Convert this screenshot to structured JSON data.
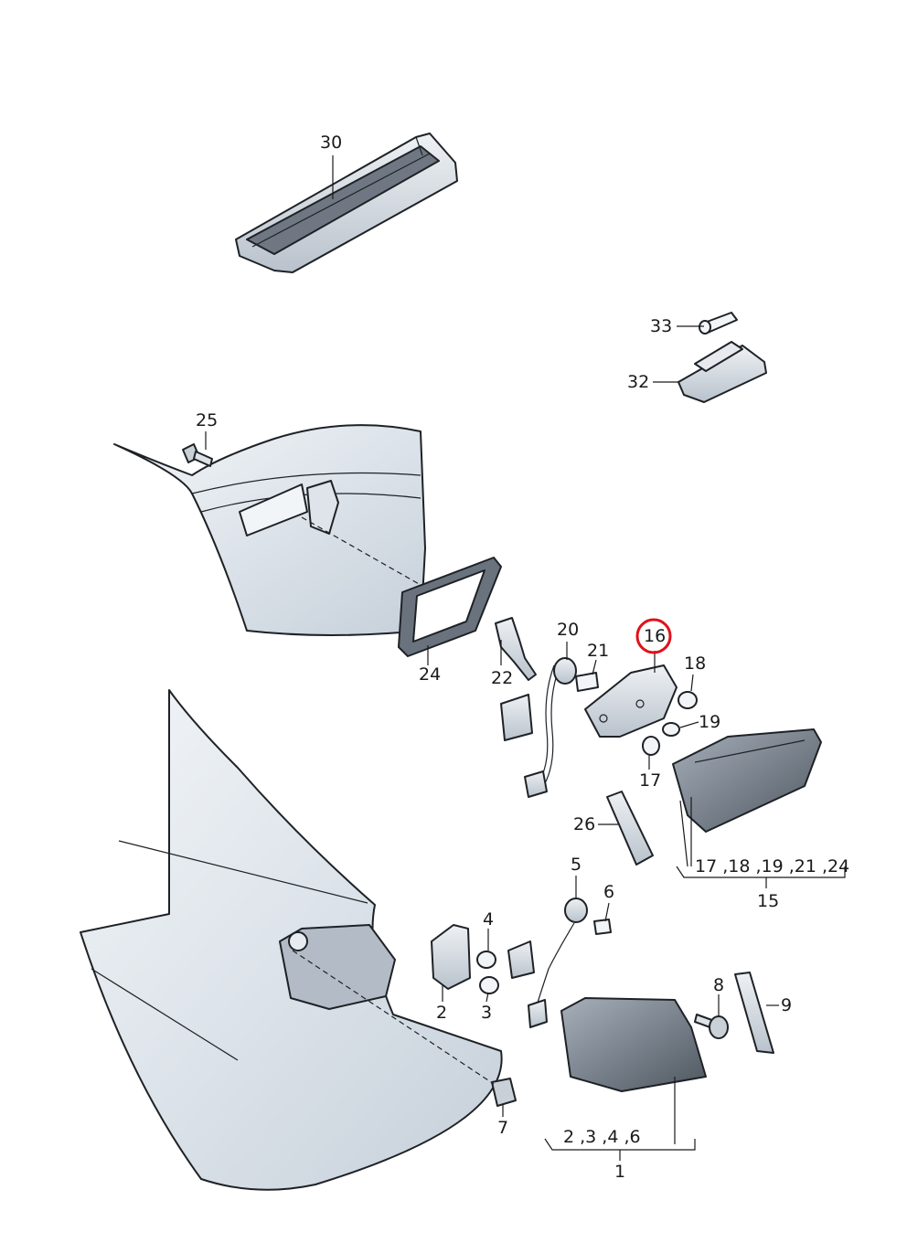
{
  "highlight_color": "#e0101a",
  "labels": {
    "l30": "30",
    "l33": "33",
    "l32": "32",
    "l25": "25",
    "l24": "24",
    "l22": "22",
    "l20": "20",
    "l21": "21",
    "l16": "16",
    "l18": "18",
    "l19": "19",
    "l17": "17",
    "l26": "26",
    "l15_group": "17 ,18 ,19 ,21 ,24",
    "l15": "15",
    "l5": "5",
    "l6": "6",
    "l4": "4",
    "l2": "2",
    "l3": "3",
    "l8": "8",
    "l9": "9",
    "l7": "7",
    "l1_group": "2 ,3 ,4 ,6",
    "l1": "1"
  }
}
